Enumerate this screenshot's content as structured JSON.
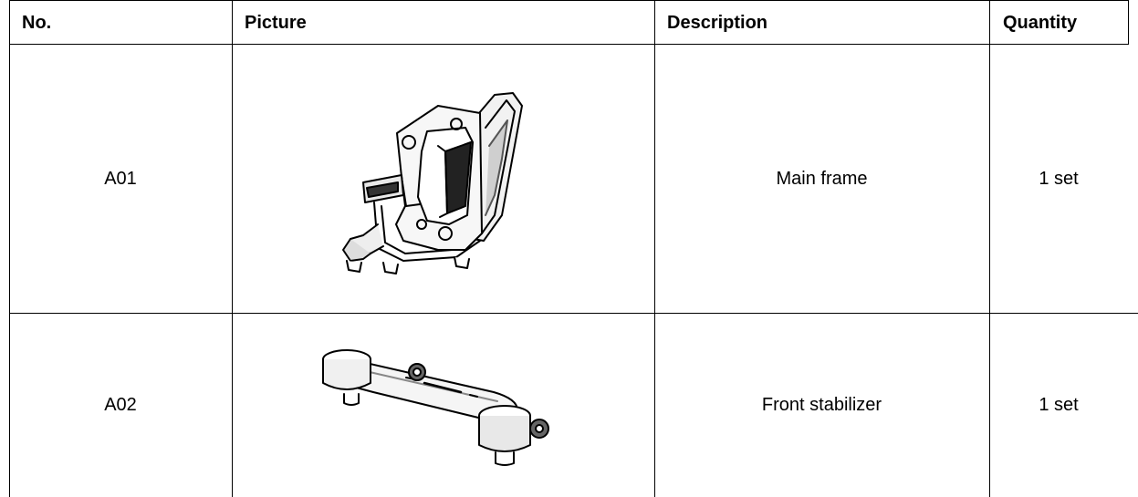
{
  "table": {
    "headers": {
      "no": "No.",
      "picture": "Picture",
      "description": "Description",
      "quantity": "Quantity"
    },
    "rows": [
      {
        "no": "A01",
        "picture_icon": "main-frame-drawing-icon",
        "description": "Main frame",
        "quantity": "1 set"
      },
      {
        "no": "A02",
        "picture_icon": "front-stabilizer-drawing-icon",
        "description": "Front stabilizer",
        "quantity": "1 set"
      }
    ]
  }
}
